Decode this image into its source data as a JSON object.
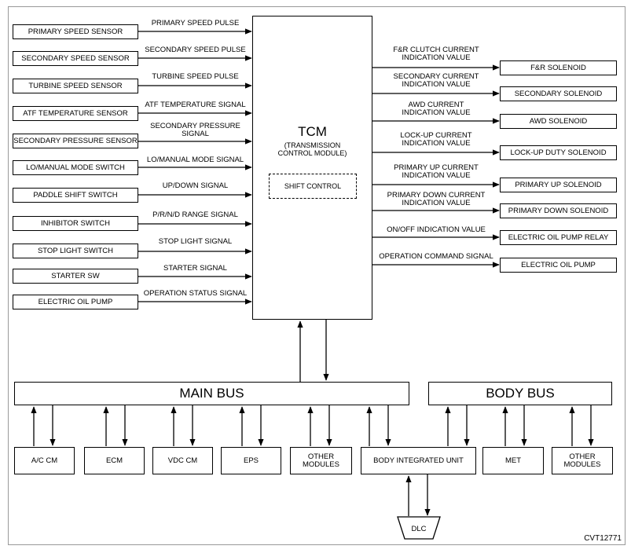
{
  "inputs": [
    {
      "sensor": "PRIMARY SPEED SENSOR",
      "signal": "PRIMARY SPEED PULSE"
    },
    {
      "sensor": "SECONDARY SPEED SENSOR",
      "signal": "SECONDARY SPEED PULSE"
    },
    {
      "sensor": "TURBINE SPEED SENSOR",
      "signal": "TURBINE SPEED PULSE"
    },
    {
      "sensor": "ATF TEMPERATURE SENSOR",
      "signal": "ATF TEMPERATURE SIGNAL"
    },
    {
      "sensor": "SECONDARY PRESSURE SENSOR",
      "signal": "SECONDARY PRESSURE\nSIGNAL"
    },
    {
      "sensor": "LO/MANUAL MODE SWITCH",
      "signal": "LO/MANUAL MODE SIGNAL"
    },
    {
      "sensor": "PADDLE SHIFT SWITCH",
      "signal": "UP/DOWN SIGNAL"
    },
    {
      "sensor": "INHIBITOR SWITCH",
      "signal": "P/R/N/D RANGE SIGNAL"
    },
    {
      "sensor": "STOP LIGHT SWITCH",
      "signal": "STOP LIGHT SIGNAL"
    },
    {
      "sensor": "STARTER SW",
      "signal": "STARTER SIGNAL"
    },
    {
      "sensor": "ELECTRIC OIL PUMP",
      "signal": "OPERATION STATUS SIGNAL"
    }
  ],
  "tcm": {
    "title": "TCM",
    "subtitle": "(TRANSMISSION\nCONTROL MODULE)",
    "shift_control": "SHIFT CONTROL"
  },
  "outputs": [
    {
      "signal": "F&R CLUTCH CURRENT\nINDICATION VALUE",
      "actuator": "F&R SOLENOID"
    },
    {
      "signal": "SECONDARY CURRENT\nINDICATION VALUE",
      "actuator": "SECONDARY SOLENOID"
    },
    {
      "signal": "AWD CURRENT\nINDICATION VALUE",
      "actuator": "AWD SOLENOID"
    },
    {
      "signal": "LOCK-UP CURRENT\nINDICATION VALUE",
      "actuator": "LOCK-UP DUTY SOLENOID"
    },
    {
      "signal": "PRIMARY UP CURRENT\nINDICATION VALUE",
      "actuator": "PRIMARY UP SOLENOID"
    },
    {
      "signal": "PRIMARY DOWN CURRENT\nINDICATION VALUE",
      "actuator": "PRIMARY DOWN SOLENOID"
    },
    {
      "signal": "ON/OFF INDICATION VALUE",
      "actuator": "ELECTRIC OIL PUMP RELAY"
    },
    {
      "signal": "OPERATION COMMAND SIGNAL",
      "actuator": "ELECTRIC OIL PUMP"
    }
  ],
  "main_bus": {
    "label": "MAIN BUS",
    "modules": [
      "A/C CM",
      "ECM",
      "VDC CM",
      "EPS",
      "OTHER\nMODULES",
      "BODY INTEGRATED UNIT"
    ]
  },
  "body_bus": {
    "label": "BODY BUS",
    "modules": [
      "MET",
      "OTHER\nMODULES"
    ]
  },
  "dlc": "DLC",
  "figure_code": "CVT12771"
}
